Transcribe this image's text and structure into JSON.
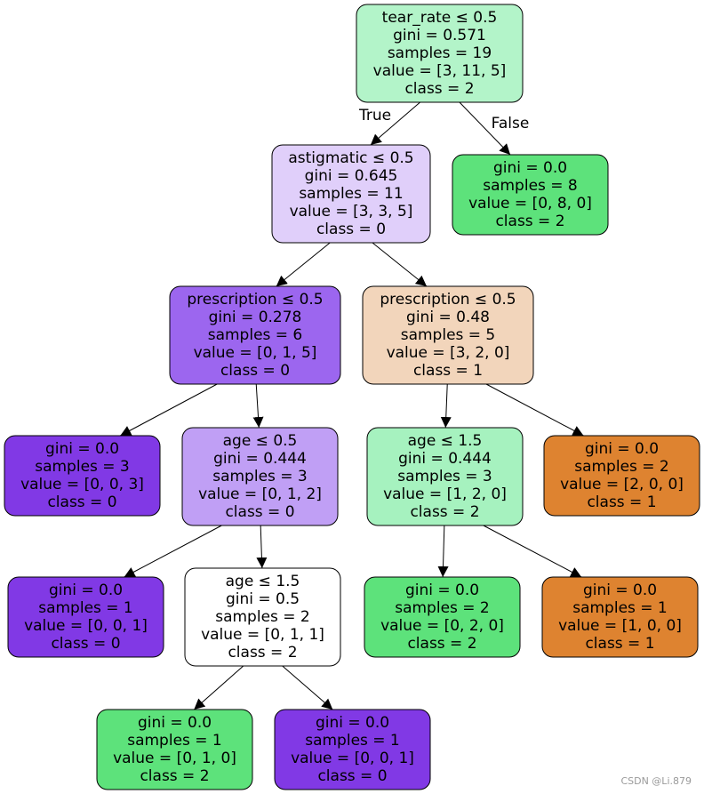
{
  "tree": {
    "nodes": [
      {
        "id": "n0",
        "fill": "#b3f4c9",
        "lines": [
          "tear_rate ≤ 0.5",
          "gini = 0.571",
          "samples = 19",
          "value = [3, 11, 5]",
          "class = 2"
        ]
      },
      {
        "id": "n1",
        "fill": "#e0cffa",
        "lines": [
          "astigmatic ≤ 0.5",
          "gini = 0.645",
          "samples = 11",
          "value = [3, 3, 5]",
          "class = 0"
        ]
      },
      {
        "id": "n2",
        "fill": "#5de27b",
        "lines": [
          "gini = 0.0",
          "samples = 8",
          "value = [0, 8, 0]",
          "class = 2"
        ]
      },
      {
        "id": "n3",
        "fill": "#9c66ef",
        "lines": [
          "prescription ≤ 0.5",
          "gini = 0.278",
          "samples = 6",
          "value = [0, 1, 5]",
          "class = 0"
        ]
      },
      {
        "id": "n4",
        "fill": "#f2d5bb",
        "lines": [
          "prescription ≤ 0.5",
          "gini = 0.48",
          "samples = 5",
          "value = [3, 2, 0]",
          "class = 1"
        ]
      },
      {
        "id": "n5",
        "fill": "#8139e5",
        "lines": [
          "gini = 0.0",
          "samples = 3",
          "value = [0, 0, 3]",
          "class = 0"
        ]
      },
      {
        "id": "n6",
        "fill": "#c09ff5",
        "lines": [
          "age ≤ 0.5",
          "gini = 0.444",
          "samples = 3",
          "value = [0, 1, 2]",
          "class = 0"
        ]
      },
      {
        "id": "n7",
        "fill": "#a6f2bf",
        "lines": [
          "age ≤ 1.5",
          "gini = 0.444",
          "samples = 3",
          "value = [1, 2, 0]",
          "class = 2"
        ]
      },
      {
        "id": "n8",
        "fill": "#de8330",
        "lines": [
          "gini = 0.0",
          "samples = 2",
          "value = [2, 0, 0]",
          "class = 1"
        ]
      },
      {
        "id": "n9",
        "fill": "#8139e5",
        "lines": [
          "gini = 0.0",
          "samples = 1",
          "value = [0, 0, 1]",
          "class = 0"
        ]
      },
      {
        "id": "n10",
        "fill": "#ffffff",
        "lines": [
          "age ≤ 1.5",
          "gini = 0.5",
          "samples = 2",
          "value = [0, 1, 1]",
          "class = 2"
        ]
      },
      {
        "id": "n11",
        "fill": "#5de27b",
        "lines": [
          "gini = 0.0",
          "samples = 2",
          "value = [0, 2, 0]",
          "class = 2"
        ]
      },
      {
        "id": "n12",
        "fill": "#de8330",
        "lines": [
          "gini = 0.0",
          "samples = 1",
          "value = [1, 0, 0]",
          "class = 1"
        ]
      },
      {
        "id": "n13",
        "fill": "#5de27b",
        "lines": [
          "gini = 0.0",
          "samples = 1",
          "value = [0, 1, 0]",
          "class = 2"
        ]
      },
      {
        "id": "n14",
        "fill": "#8139e5",
        "lines": [
          "gini = 0.0",
          "samples = 1",
          "value = [0, 0, 1]",
          "class = 0"
        ]
      }
    ],
    "edges": [
      {
        "from": "n0",
        "to": "n1",
        "label": "True"
      },
      {
        "from": "n0",
        "to": "n2",
        "label": "False"
      },
      {
        "from": "n1",
        "to": "n3",
        "label": ""
      },
      {
        "from": "n1",
        "to": "n4",
        "label": ""
      },
      {
        "from": "n3",
        "to": "n5",
        "label": ""
      },
      {
        "from": "n3",
        "to": "n6",
        "label": ""
      },
      {
        "from": "n4",
        "to": "n7",
        "label": ""
      },
      {
        "from": "n4",
        "to": "n8",
        "label": ""
      },
      {
        "from": "n6",
        "to": "n9",
        "label": ""
      },
      {
        "from": "n6",
        "to": "n10",
        "label": ""
      },
      {
        "from": "n7",
        "to": "n11",
        "label": ""
      },
      {
        "from": "n7",
        "to": "n12",
        "label": ""
      },
      {
        "from": "n10",
        "to": "n13",
        "label": ""
      },
      {
        "from": "n10",
        "to": "n14",
        "label": ""
      }
    ]
  },
  "watermark": "CSDN @Li.879"
}
